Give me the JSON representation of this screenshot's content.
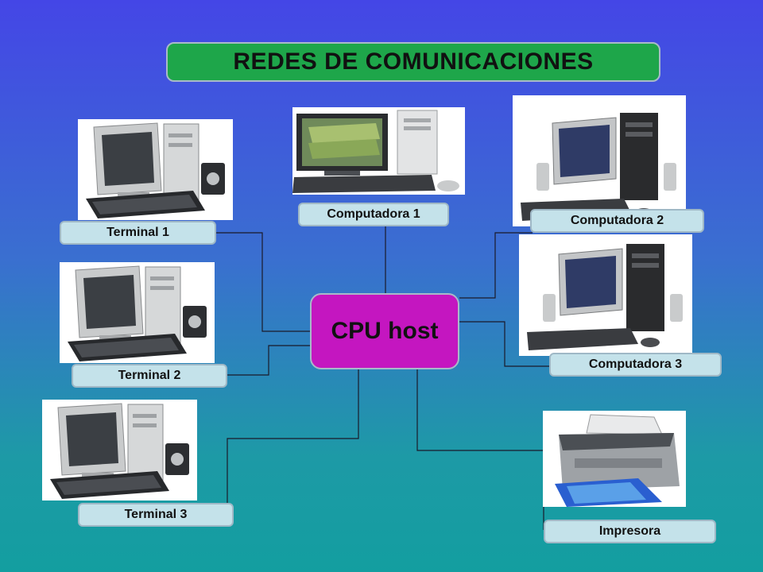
{
  "title": "REDES DE COMUNICACIONES",
  "center": "CPU host",
  "nodes": {
    "terminal_1": "Terminal 1",
    "terminal_2": "Terminal 2",
    "terminal_3": "Terminal 3",
    "computadora_1": "Computadora 1",
    "computadora_2": "Computadora 2",
    "computadora_3": "Computadora 3",
    "impresora": "Impresora"
  },
  "colors": {
    "title_bg": "#1ea64a",
    "cpu_bg": "#c416c0",
    "label_bg": "#c4e2ea"
  }
}
